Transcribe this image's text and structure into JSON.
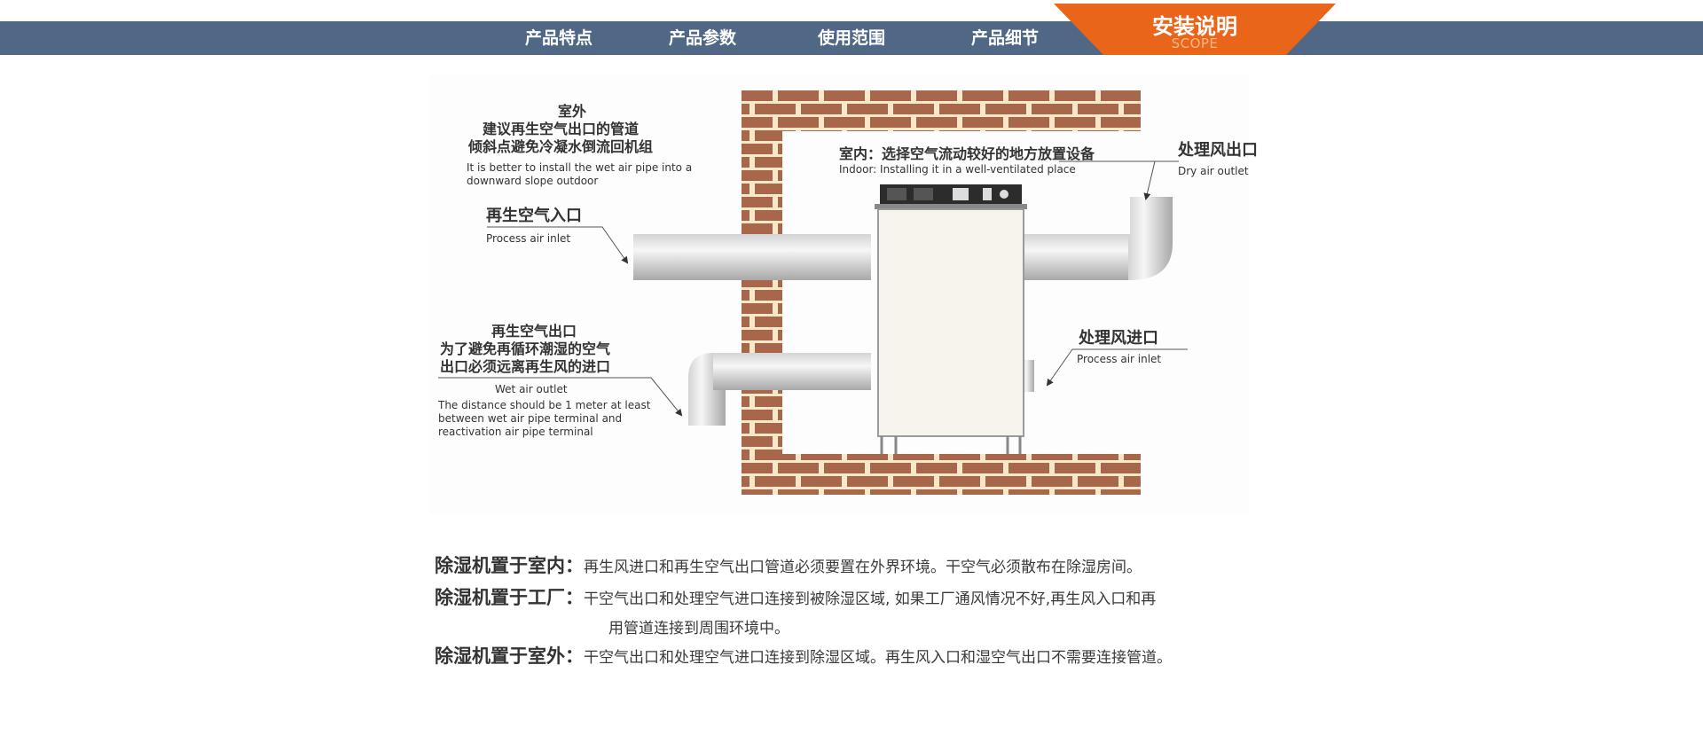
{
  "nav": {
    "items": [
      "产品特点",
      "产品参数",
      "使用范围",
      "产品细节"
    ],
    "active": {
      "title": "安装说明",
      "subtitle": "SCOPE"
    }
  },
  "colors": {
    "nav_bar": "#506785",
    "accent": "#e8651a",
    "brick": "#a8674a",
    "mortar": "#f6e8c8"
  },
  "diagram": {
    "outdoor_title": "室外",
    "outdoor_cn_1": "建议再生空气出口的管道",
    "outdoor_cn_2": "倾斜点避免冷凝水倒流回机组",
    "outdoor_en_1": "It is better to install the wet air pipe into a",
    "outdoor_en_2": "downward slope outdoor",
    "indoor_cn": "室内：选择空气流动较好的地方放置设备",
    "indoor_en": "Indoor: Installing it in a well-ventilated place",
    "dry_outlet_cn": "处理风出口",
    "dry_outlet_en": "Dry air outlet",
    "regen_inlet_cn": "再生空气入口",
    "regen_inlet_en": "Process air inlet",
    "regen_outlet_cn_1": "再生空气出口",
    "regen_outlet_cn_2": "为了避免再循环潮湿的空气",
    "regen_outlet_cn_3": "出口必须远离再生风的进口",
    "wet_outlet_en": "Wet air outlet",
    "wet_note_en_1": "The distance should be 1 meter at least",
    "wet_note_en_2": "between wet air pipe terminal and",
    "wet_note_en_3": "reactivation air pipe terminal",
    "process_inlet_cn": "处理风进口",
    "process_inlet_en": "Process air inlet"
  },
  "descriptions": [
    {
      "label": "除湿机置于室内：",
      "text": "再生风进口和再生空气出口管道必须要置在外界环境。干空气必须散布在除湿房间。"
    },
    {
      "label": "除湿机置于工厂：",
      "text": "干空气出口和处理空气进口连接到被除湿区域, 如果工厂通风情况不好,再生风入口和再",
      "text2": "用管道连接到周围环境中。"
    },
    {
      "label": "除湿机置于室外：",
      "text": "干空气出口和处理空气进口连接到除湿区域。再生风入口和湿空气出口不需要连接管道。"
    }
  ]
}
